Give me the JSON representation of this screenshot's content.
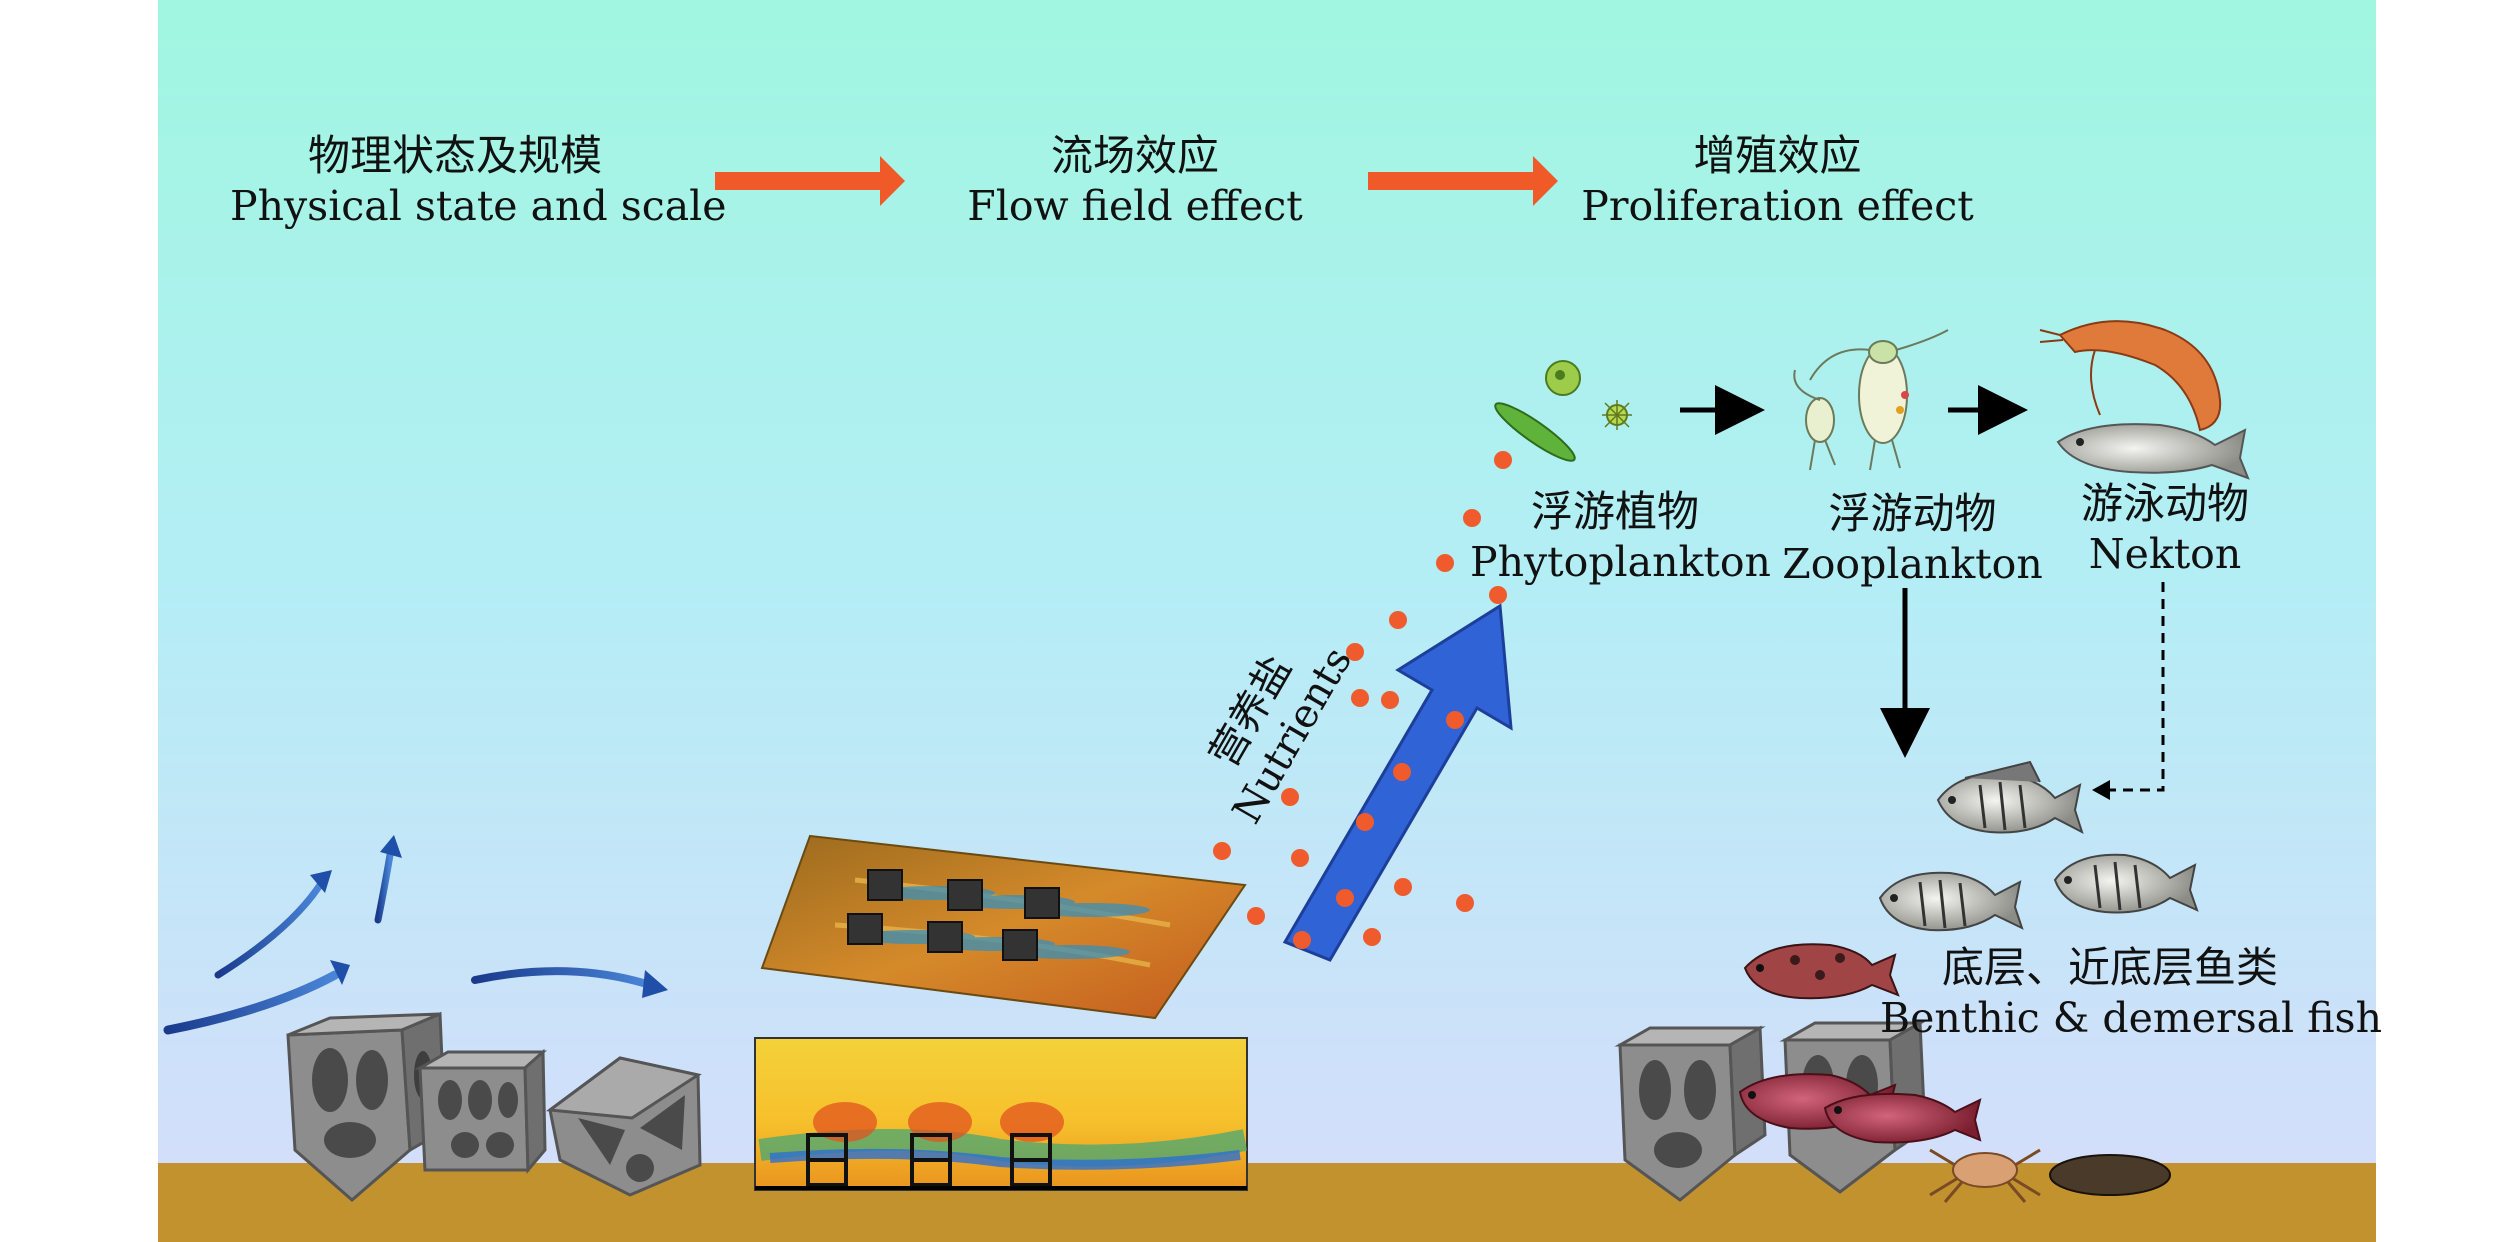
{
  "stages": [
    {
      "zh": "物理状态及规模",
      "en": "Physical state and scale"
    },
    {
      "zh": "流场效应",
      "en": "Flow field effect"
    },
    {
      "zh": "增殖效应",
      "en": "Proliferation effect"
    }
  ],
  "nutrients": {
    "zh": "营养盐",
    "en": "Nutrients"
  },
  "organisms": {
    "phytoplankton": {
      "zh": "浮游植物",
      "en": "Phytoplankton"
    },
    "zooplankton": {
      "zh": "浮游动物",
      "en": "Zooplankton"
    },
    "nekton": {
      "zh": "游泳动物",
      "en": "Nekton"
    },
    "benthic_fish": {
      "zh": "底层、近底层鱼类",
      "en": "Benthic & demersal fish"
    }
  },
  "colors": {
    "water_top": "#a0f6e0",
    "water_mid": "#b3eef5",
    "water_bottom": "#d7dcfb",
    "seabed": "#c2922e",
    "stage_arrow": "#f05a28",
    "nutrient_arrow": "#2f63d6",
    "nutrient_dot": "#ef5b2d",
    "flow_arrow": "#1f4fa8"
  }
}
